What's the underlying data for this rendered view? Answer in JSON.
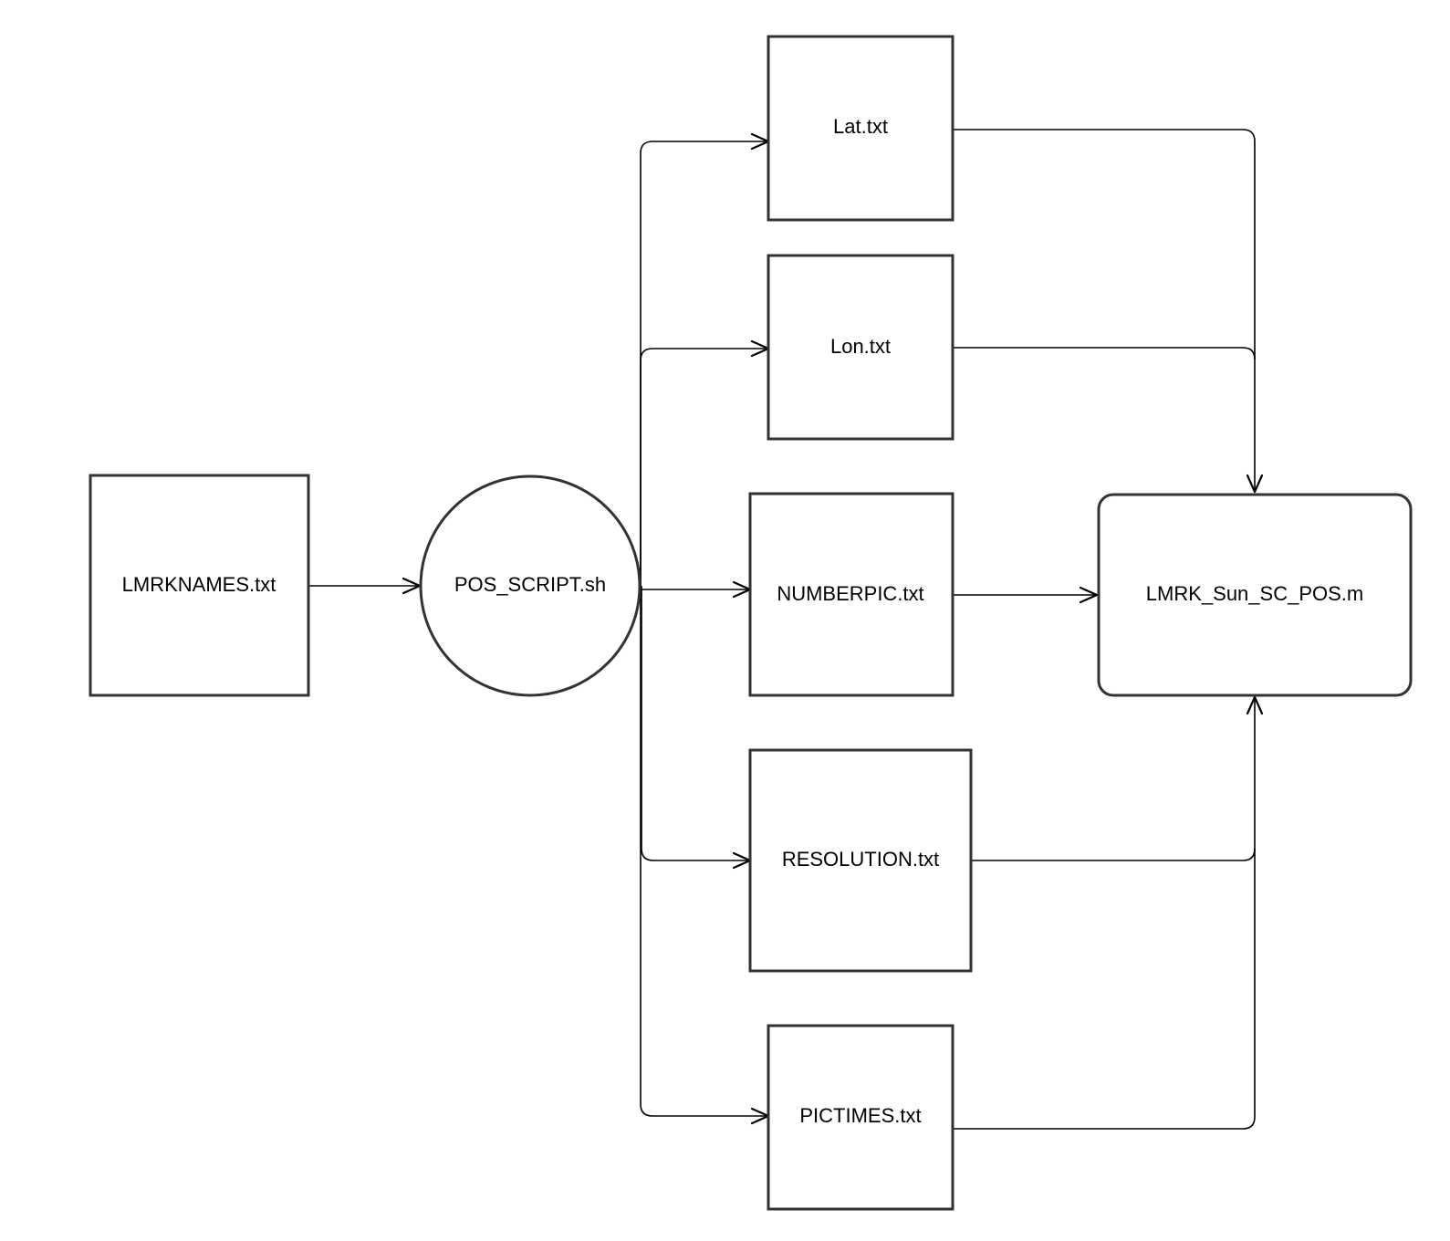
{
  "diagram": {
    "nodes": {
      "lmrknames": "LMRKNAMES.txt",
      "pos_script": "POS_SCRIPT.sh",
      "lat": "Lat.txt",
      "lon": "Lon.txt",
      "numberpic": "NUMBERPIC.txt",
      "resolution": "RESOLUTION.txt",
      "pictimes": "PICTIMES.txt",
      "lmrk_sun_sc_pos": "LMRK_Sun_SC_POS.m"
    },
    "edges": [
      {
        "from": "lmrknames",
        "to": "pos_script"
      },
      {
        "from": "pos_script",
        "to": "lat"
      },
      {
        "from": "pos_script",
        "to": "lon"
      },
      {
        "from": "pos_script",
        "to": "numberpic"
      },
      {
        "from": "pos_script",
        "to": "resolution"
      },
      {
        "from": "pos_script",
        "to": "pictimes"
      },
      {
        "from": "lat",
        "to": "lmrk_sun_sc_pos"
      },
      {
        "from": "lon",
        "to": "lmrk_sun_sc_pos"
      },
      {
        "from": "numberpic",
        "to": "lmrk_sun_sc_pos"
      },
      {
        "from": "resolution",
        "to": "lmrk_sun_sc_pos"
      },
      {
        "from": "pictimes",
        "to": "lmrk_sun_sc_pos"
      }
    ]
  }
}
